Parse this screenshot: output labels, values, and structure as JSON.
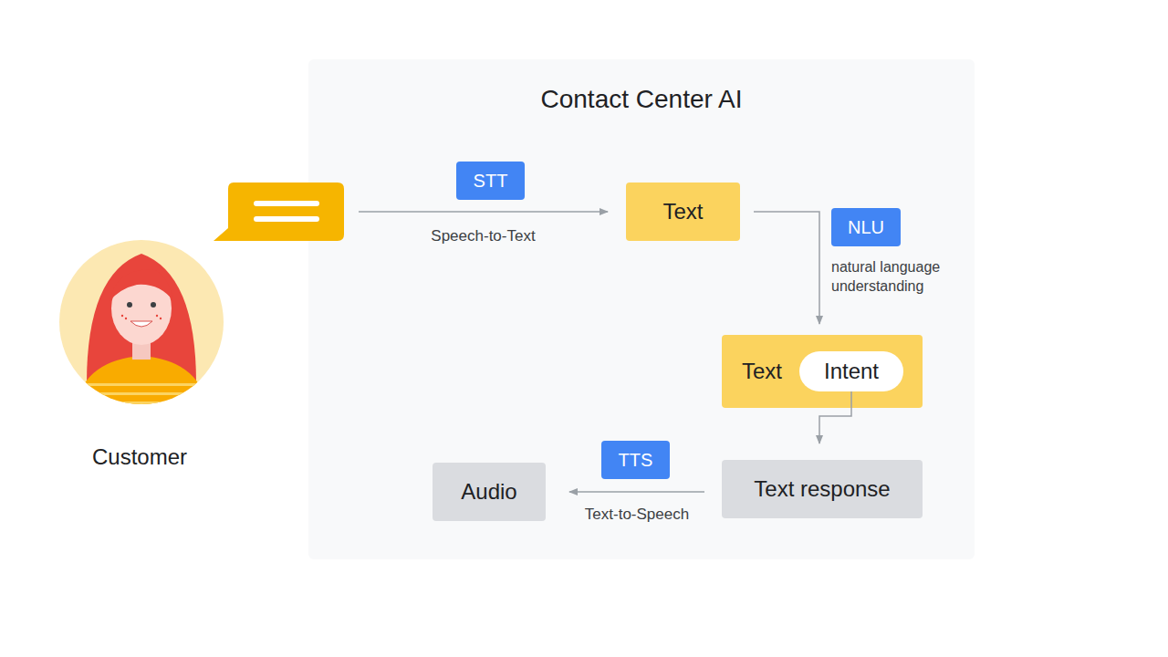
{
  "diagram": {
    "nodes": [
      {
        "text": [
          "Contact Center AI"
        ]
      },
      {
        "text": [
          "Customer"
        ]
      },
      {
        "text": [
          "STT"
        ],
        "in": 0
      },
      {
        "text": [
          "Text"
        ],
        "in": 0
      },
      {
        "text": [
          "NLU"
        ],
        "in": 0
      },
      {
        "text": [
          "Text"
        ],
        "in": 0
      },
      {
        "text": [
          "Intent"
        ],
        "in": 5
      },
      {
        "text": [
          "TTS"
        ],
        "in": 0
      },
      {
        "text": [
          "Audio"
        ],
        "in": 0
      },
      {
        "text": [
          "Text response"
        ],
        "in": 0
      }
    ],
    "edges": [
      {
        "from": 1,
        "to": 3,
        "label": "Speech-to-Text",
        "arrow": "to"
      },
      {
        "from": 3,
        "to": 5,
        "label": "natural language understanding",
        "arrow": "to"
      },
      {
        "from": 6,
        "to": 9,
        "arrow": "to"
      },
      {
        "from": 9,
        "to": 8,
        "label": "Text-to-Speech",
        "arrow": "to"
      }
    ]
  }
}
